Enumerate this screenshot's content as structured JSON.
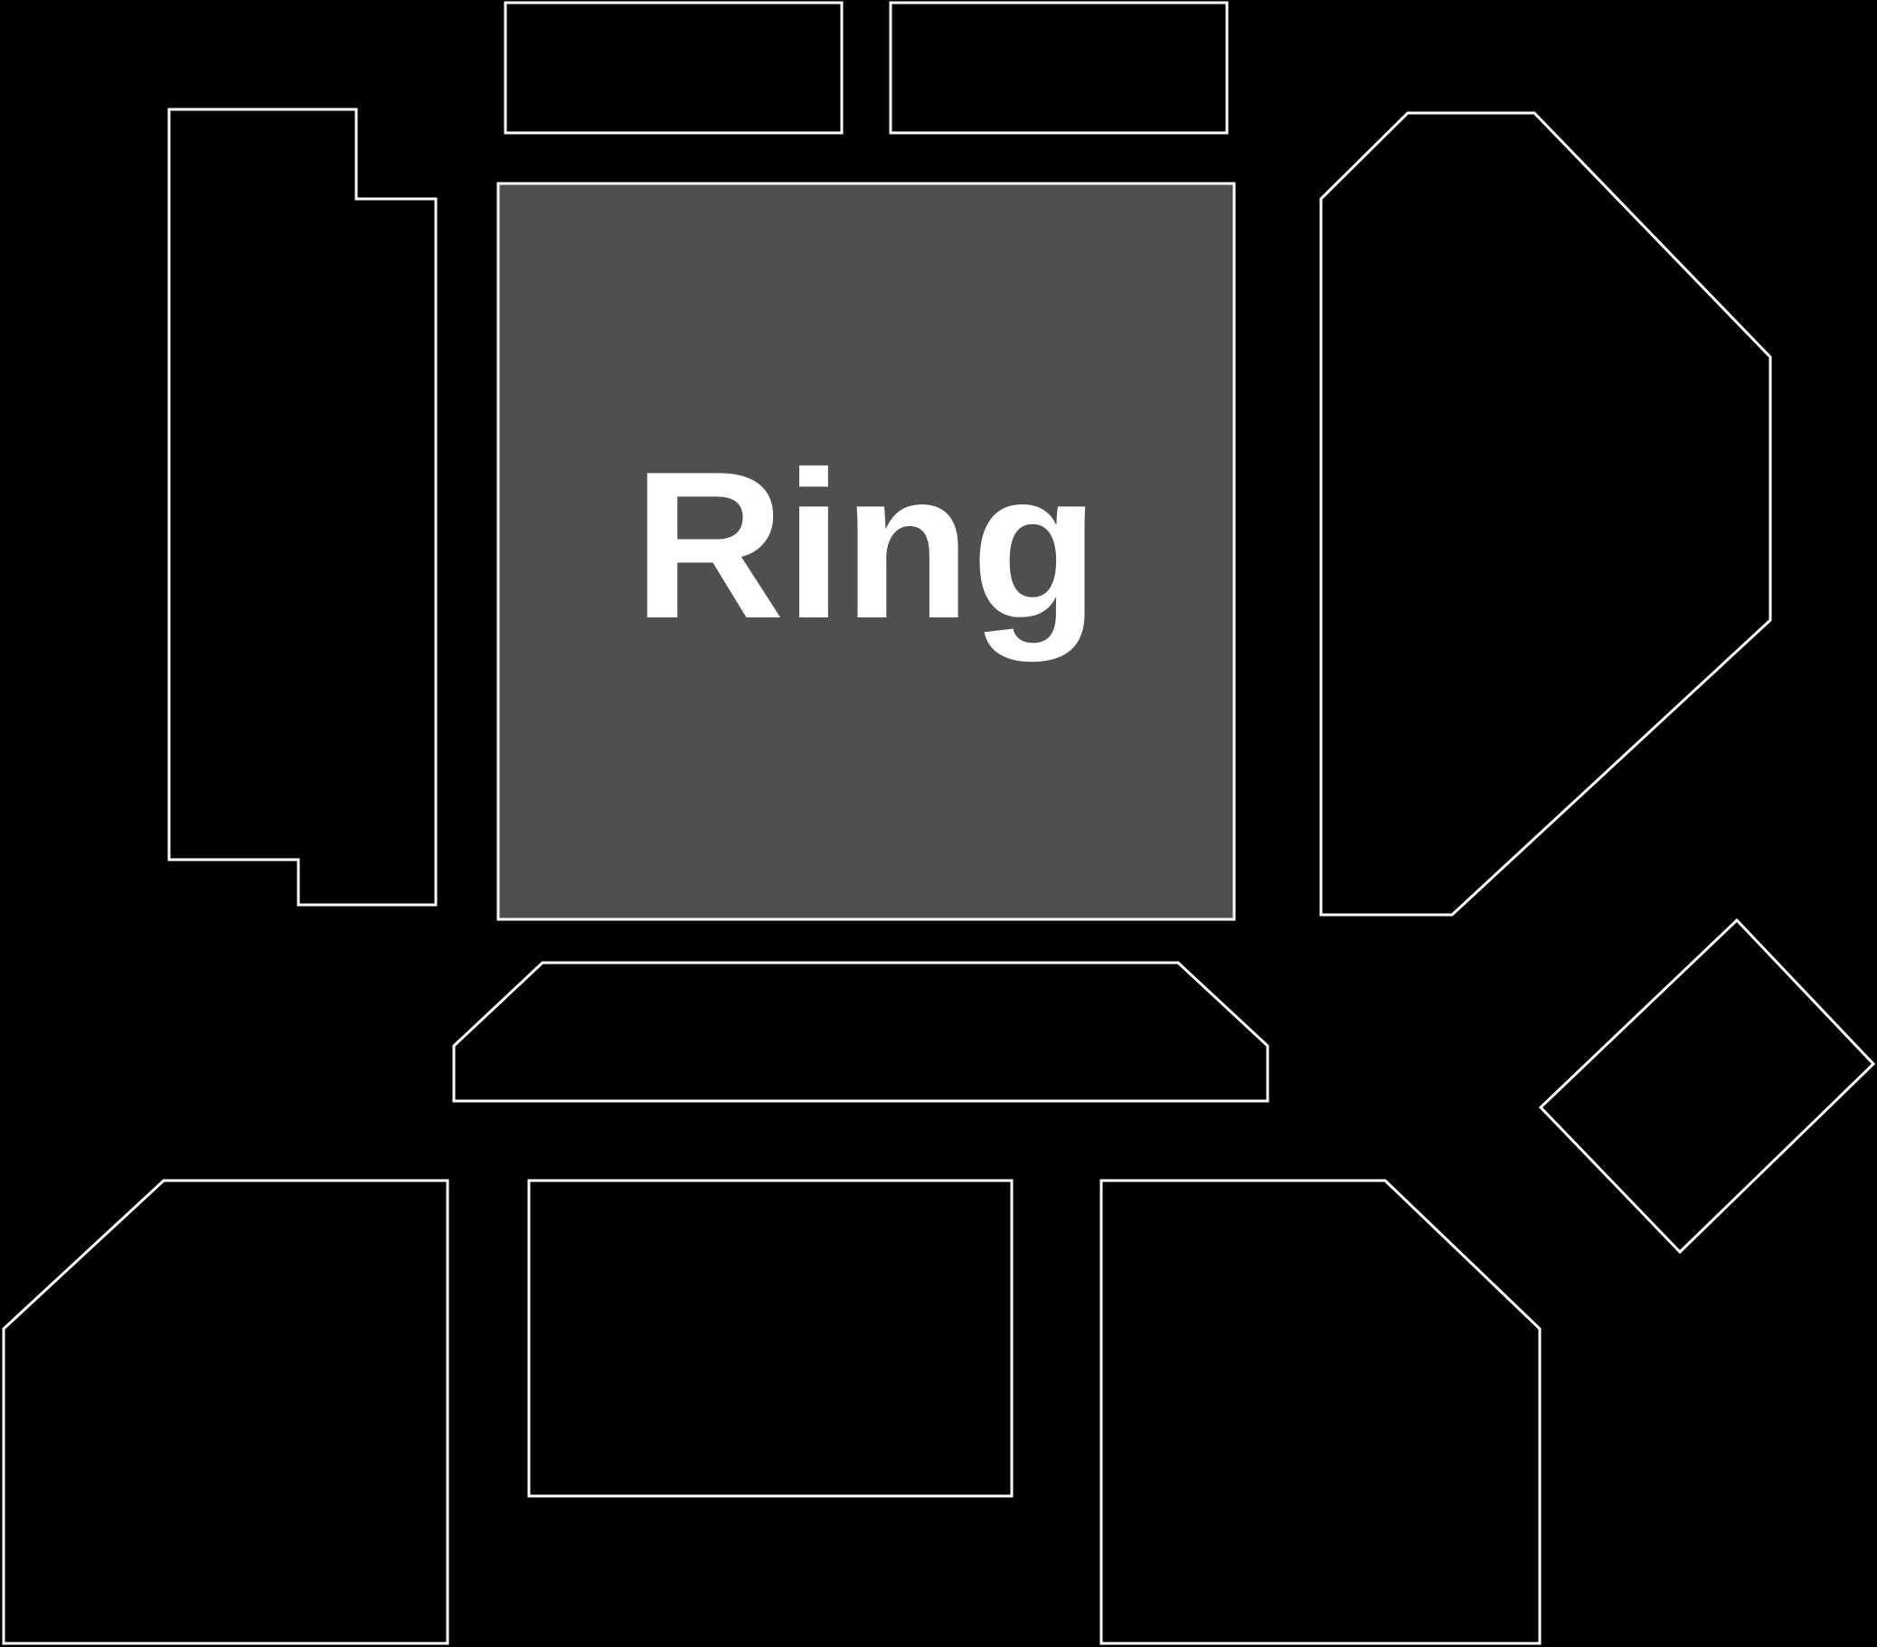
{
  "map": {
    "type": "venue-seating-chart",
    "background_color": "#000000",
    "stroke_color": "#ffffff",
    "ring": {
      "label": "Ring",
      "fill_color": "#4f4f4f",
      "label_color": "#ffffff"
    },
    "sections": [
      {
        "id": "top-left-box",
        "label": ""
      },
      {
        "id": "top-right-box",
        "label": ""
      },
      {
        "id": "left-section",
        "label": ""
      },
      {
        "id": "right-section",
        "label": ""
      },
      {
        "id": "diamond-section",
        "label": ""
      },
      {
        "id": "floor-trapezoid",
        "label": ""
      },
      {
        "id": "bottom-left-section",
        "label": ""
      },
      {
        "id": "bottom-center-section",
        "label": ""
      },
      {
        "id": "bottom-right-section",
        "label": ""
      }
    ]
  }
}
